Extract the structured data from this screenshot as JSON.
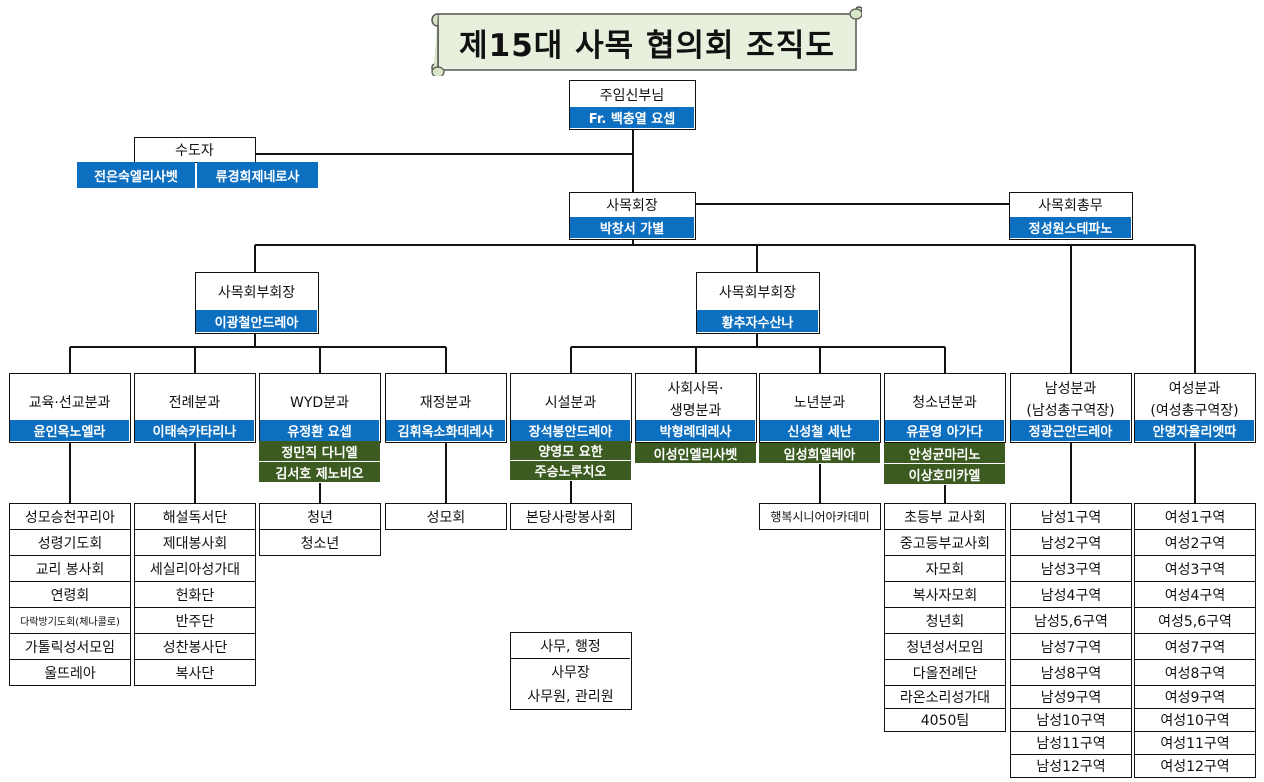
{
  "title": "제15대 사목 협의회 조직도",
  "pastor": {
    "role": "주임신부님",
    "name": "Fr. 백충열 요셉"
  },
  "religious": {
    "role": "수도자",
    "names": [
      "전은숙엘리사벳",
      "류경희제네로사"
    ]
  },
  "council_president": {
    "role": "사목회장",
    "name": "박창서 가별"
  },
  "general_affairs": {
    "role": "사목회총무",
    "name": "정성원스테파노"
  },
  "vice_presidents": [
    {
      "role": "사목회부회장",
      "name": "이광철안드레아"
    },
    {
      "role": "사목회부회장",
      "name": "황추자수산나"
    }
  ],
  "departments": [
    {
      "title": "교육·선교분과",
      "head": "윤인옥노엘라",
      "members": [],
      "groups": [
        "성모승천꾸리아",
        "성령기도회",
        "교리 봉사회",
        "연령회",
        "다락방기도회(체나콜로)",
        "가톨릭성서모임",
        "울뜨레아"
      ]
    },
    {
      "title": "전례분과",
      "head": "이태숙카타리나",
      "members": [],
      "groups": [
        "해설독서단",
        "제대봉사회",
        "세실리아성가대",
        "헌화단",
        "반주단",
        "성찬봉사단",
        "복사단"
      ]
    },
    {
      "title": "WYD분과",
      "head": "유정환 요셉",
      "members": [
        "정민직 다니엘",
        "김서호 제노비오"
      ],
      "groups": [
        "청년",
        "청소년"
      ]
    },
    {
      "title": "재정분과",
      "head": "김휘옥소화데레사",
      "members": [],
      "groups": [
        "성모회"
      ]
    },
    {
      "title": "시설분과",
      "head": "장석봉안드레아",
      "members": [
        "양영모 요한",
        "주승노루치오"
      ],
      "groups": [
        "본당사랑봉사회"
      ]
    },
    {
      "title_line1": "사회사목·",
      "title_line2": "생명분과",
      "head": "박형례데레사",
      "members": [
        "이성인엘리사벳"
      ],
      "groups": []
    },
    {
      "title": "노년분과",
      "head": "신성철 세난",
      "members": [
        "임성희엘레아"
      ],
      "groups": [
        "행복시니어아카데미"
      ]
    },
    {
      "title": "청소년분과",
      "head": "유문영 아가다",
      "members": [
        "안성균마리노",
        "이상호미카엘"
      ],
      "groups": [
        "초등부 교사회",
        "중고등부교사회",
        "자모회",
        "복사자모회",
        "청년회",
        "청년성서모임",
        "다올전례단",
        "라온소리성가대",
        "4050팀"
      ]
    },
    {
      "title_line1": "남성분과",
      "title_line2": "(남성총구역장)",
      "head": "정광근안드레아",
      "members": [],
      "groups": [
        "남성1구역",
        "남성2구역",
        "남성3구역",
        "남성4구역",
        "남성5,6구역",
        "남성7구역",
        "남성8구역",
        "남성9구역",
        "남성10구역",
        "남성11구역",
        "남성12구역"
      ]
    },
    {
      "title_line1": "여성분과",
      "title_line2": "(여성총구역장)",
      "head": "안명자율리엣따",
      "members": [],
      "groups": [
        "여성1구역",
        "여성2구역",
        "여성3구역",
        "여성4구역",
        "여성5,6구역",
        "여성7구역",
        "여성8구역",
        "여성9구역",
        "여성10구역",
        "여성11구역",
        "여성12구역"
      ]
    }
  ],
  "office": {
    "title": "사무, 행정",
    "items": [
      "사무장",
      "사무원, 관리원"
    ]
  },
  "colors": {
    "blue": "#0d6fc0",
    "green": "#3b5b20",
    "scroll": "#e6f0dc"
  }
}
